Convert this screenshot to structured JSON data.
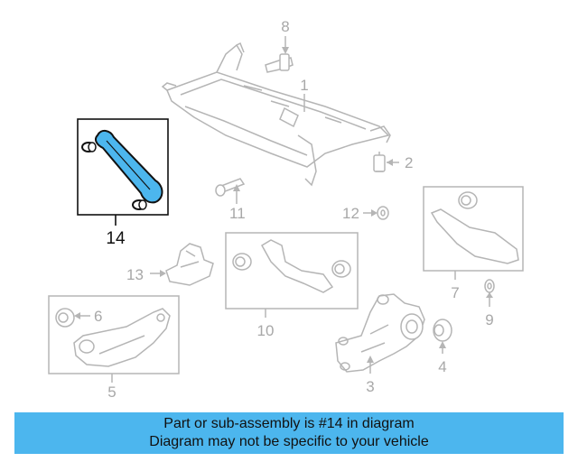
{
  "diagram": {
    "callouts": {
      "c1": "1",
      "c2": "2",
      "c3": "3",
      "c4": "4",
      "c5": "5",
      "c6": "6",
      "c7": "7",
      "c8": "8",
      "c9": "9",
      "c10": "10",
      "c11": "11",
      "c12": "12",
      "c13": "13",
      "c14": "14"
    },
    "highlighted_part": "14"
  },
  "banner": {
    "line1": "Part or sub-assembly is #14 in diagram",
    "line2": "Diagram may not be specific to your vehicle",
    "color": "#4cb6ee"
  }
}
